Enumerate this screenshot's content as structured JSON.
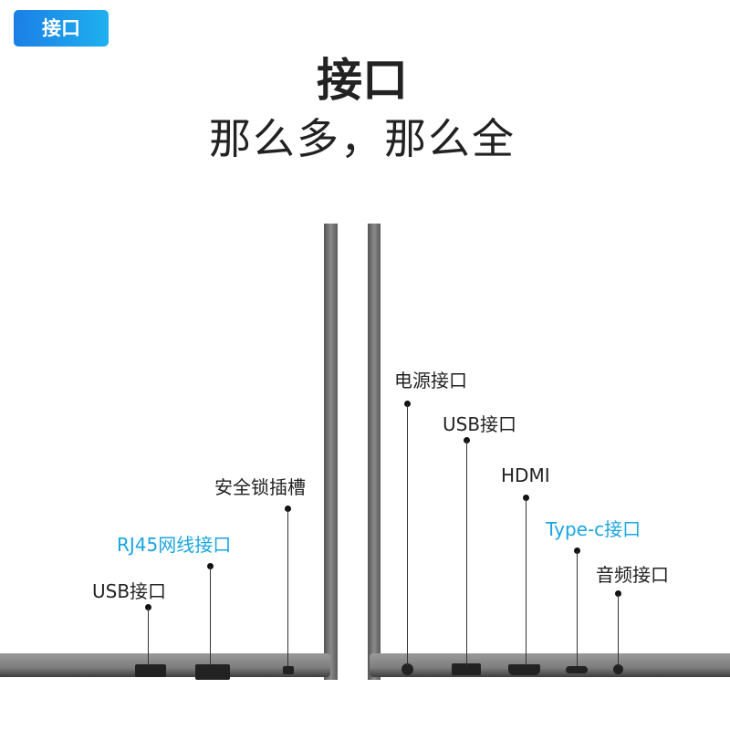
{
  "badge": "接口",
  "title": "接口",
  "subtitle": "那么多，那么全",
  "left_ports": [
    {
      "label": "安全锁插槽",
      "highlight": false
    },
    {
      "label": "RJ45网线接口",
      "highlight": true
    },
    {
      "label": "USB接口",
      "highlight": false
    }
  ],
  "right_ports": [
    {
      "label": "电源接口",
      "highlight": false
    },
    {
      "label": "USB接口",
      "highlight": false
    },
    {
      "label": "HDMI",
      "highlight": false
    },
    {
      "label": "Type-c接口",
      "highlight": true
    },
    {
      "label": "音频接口",
      "highlight": false
    }
  ],
  "colors": {
    "accent": "#1aa5e0",
    "badge": "#1b8fea"
  }
}
